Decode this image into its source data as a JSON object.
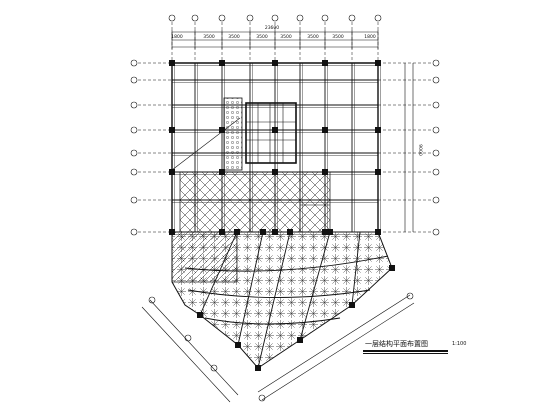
{
  "drawing": {
    "title": "一层结构平面布置图",
    "scale": "1:100"
  },
  "dimensions": {
    "top": [
      "1800",
      "3500",
      "3500",
      "3500",
      "3500",
      "3500",
      "3500",
      "1800"
    ],
    "top_total": "23600",
    "right": "9000"
  },
  "colors": {
    "line": "#111111",
    "background": "#ffffff"
  }
}
